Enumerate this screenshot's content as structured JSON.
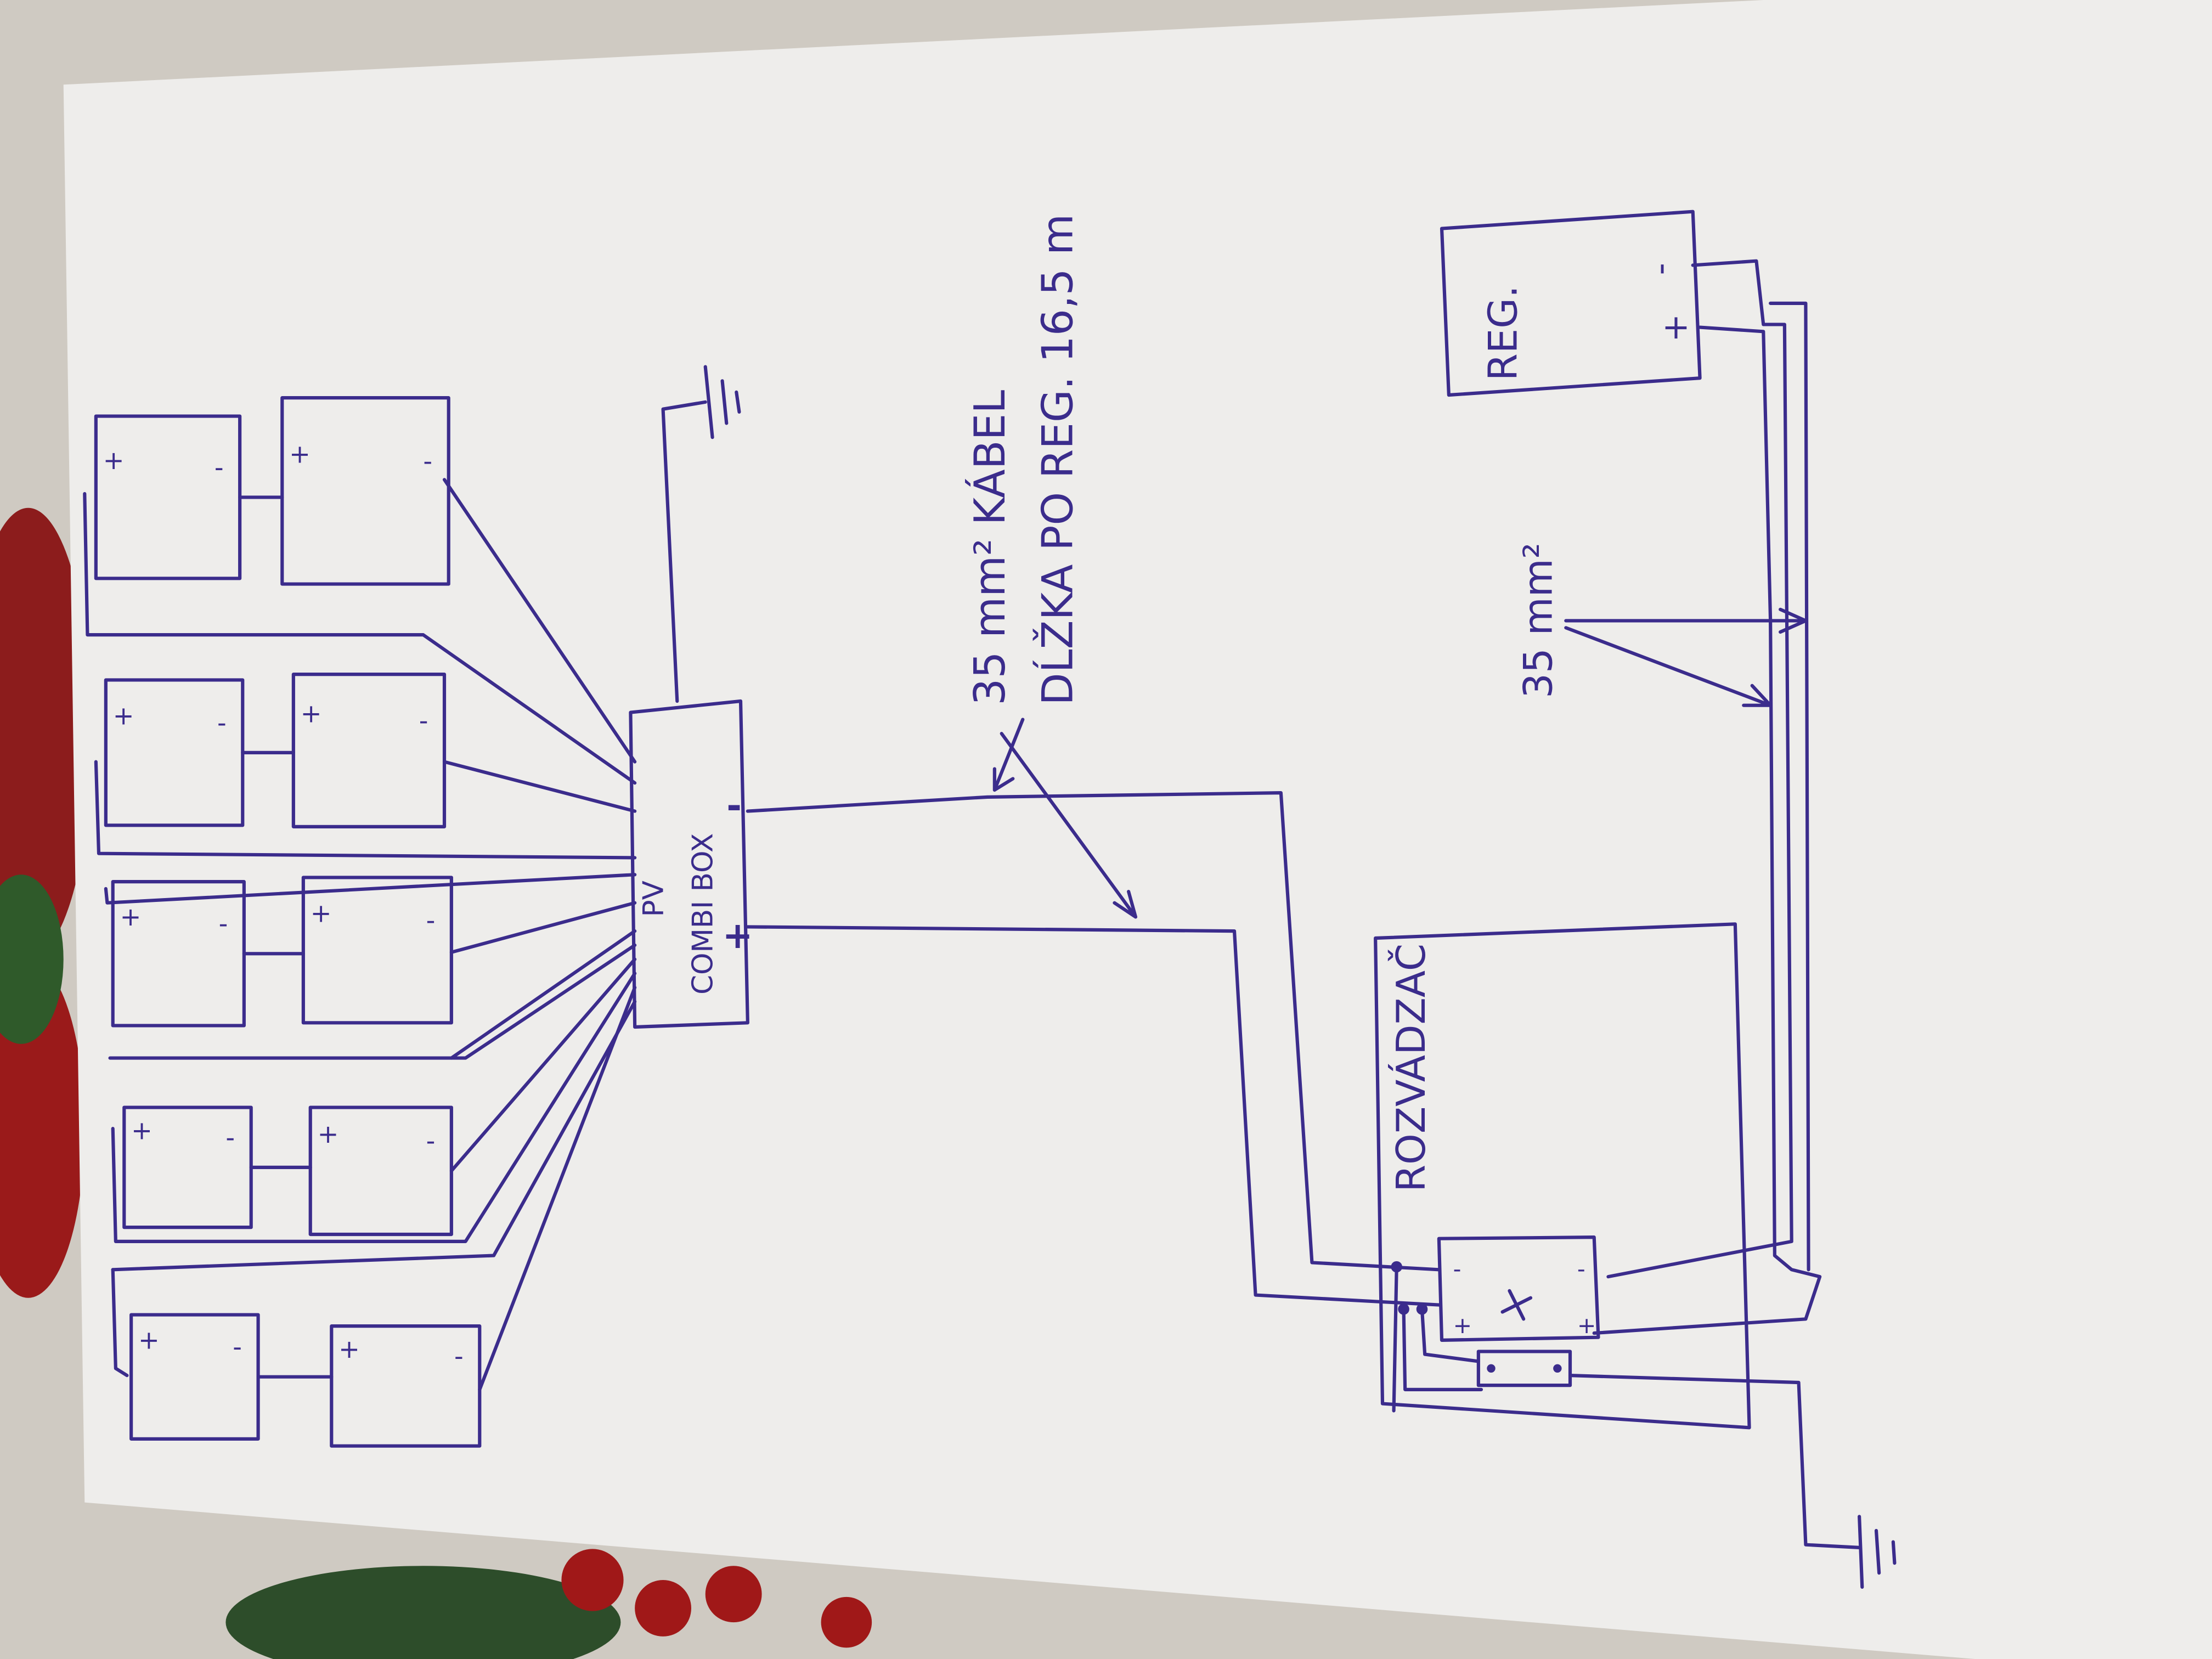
{
  "diagram": {
    "combibox_label_1": "PV",
    "combibox_label_2": "COMBI BOX",
    "combibox_plus": "+",
    "combibox_minus": "-",
    "cable_note_1": "35 mm² KÁBEL",
    "cable_note_2": "DĹŽKA PO REG. 16,5 m",
    "regulator_label": "REG.",
    "regulator_plus": "+",
    "regulator_minus": "-",
    "switchboard_label": "ROZVÁDZAČ",
    "cable_note_3": "35 mm²",
    "panel_plus": "+",
    "panel_minus": "-",
    "panel_count": 10,
    "ink_color": "#3b2c8c"
  }
}
